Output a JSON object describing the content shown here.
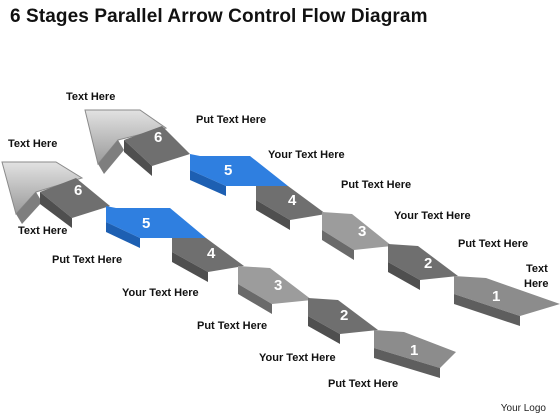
{
  "title": "6 Stages Parallel Arrow Control Flow Diagram",
  "logo": "Your Logo",
  "colors": {
    "highlight": "#2f7fe0",
    "segment": "#6f6f6f",
    "segment_light": "#9c9c9c",
    "arrow_head": "#bdbdbd"
  },
  "upper_arrow": {
    "head_label": "Text Here",
    "tail_label": "Text Here",
    "stages": [
      {
        "number": "1",
        "label": ""
      },
      {
        "number": "2",
        "label": "Put Text Here"
      },
      {
        "number": "3",
        "label": "Your Text Here"
      },
      {
        "number": "4",
        "label": "Put Text Here"
      },
      {
        "number": "5",
        "label": "Your Text Here"
      },
      {
        "number": "6",
        "label": "Put Text Here"
      }
    ]
  },
  "lower_arrow": {
    "head_label": "Text Here",
    "side_label": "Text Here",
    "stages": [
      {
        "number": "1",
        "label": "Put Text Here"
      },
      {
        "number": "2",
        "label": "Your Text Here"
      },
      {
        "number": "3",
        "label": "Put Text Here"
      },
      {
        "number": "4",
        "label": "Your Text Here"
      },
      {
        "number": "5",
        "label": "Put Text Here"
      },
      {
        "number": "6",
        "label": ""
      }
    ]
  }
}
